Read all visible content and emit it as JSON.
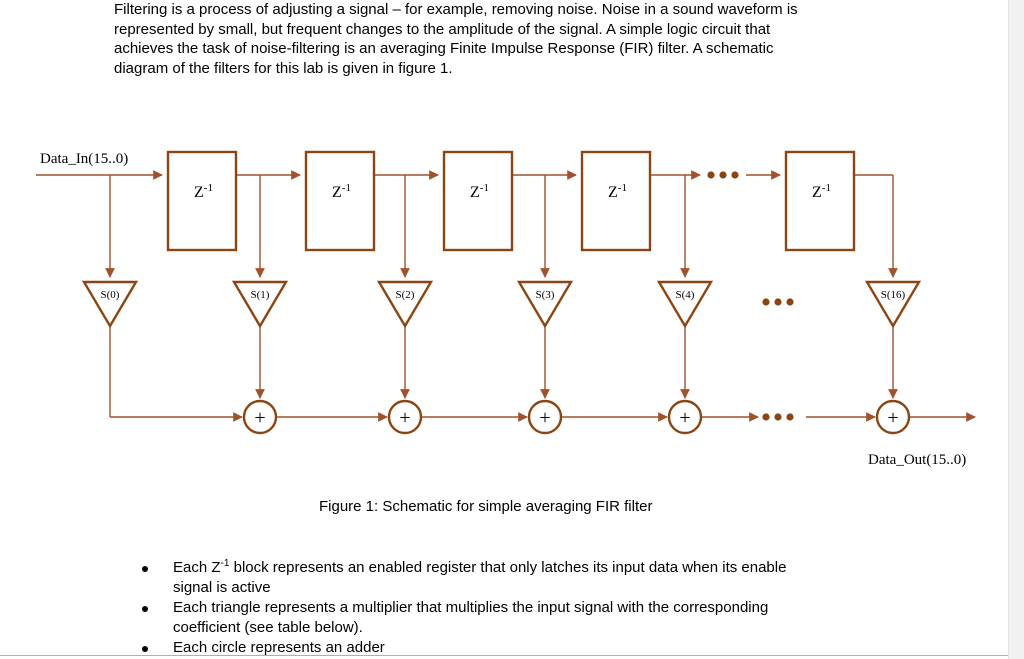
{
  "intro": {
    "line1": "Filtering is a process of adjusting a signal – for example, removing noise. Noise in a sound waveform is",
    "line2": "represented by small, but frequent changes to the amplitude of the signal. A simple logic circuit that",
    "line3": "achieves the task of noise-filtering is an averaging Finite Impulse Response (FIR) filter. A schematic",
    "line4": "diagram of the filters for this lab is given in figure 1."
  },
  "diagram": {
    "input_label": "Data_In(15..0)",
    "output_label": "Data_Out(15..0)",
    "delay_base": "Z",
    "delay_exp": "-1",
    "coefficients": [
      "S(0)",
      "S(1)",
      "S(2)",
      "S(3)",
      "S(4)",
      "S(16)"
    ],
    "adder_symbol": "+",
    "colors": {
      "wire": "#a0522d",
      "block": "#8b4513"
    }
  },
  "caption": "Figure 1: Schematic for simple averaging FIR filter",
  "bullets": [
    {
      "pre": "Each Z",
      "sup": "-1",
      "post": " block represents an enabled register that only latches its input data when its enable",
      "cont": "signal is active"
    },
    {
      "pre": "Each triangle represents a multiplier that multiplies the input signal with the corresponding",
      "sup": "",
      "post": "",
      "cont": "coefficient (see table below)."
    },
    {
      "pre": "Each circle represents an adder",
      "sup": "",
      "post": "",
      "cont": ""
    }
  ]
}
